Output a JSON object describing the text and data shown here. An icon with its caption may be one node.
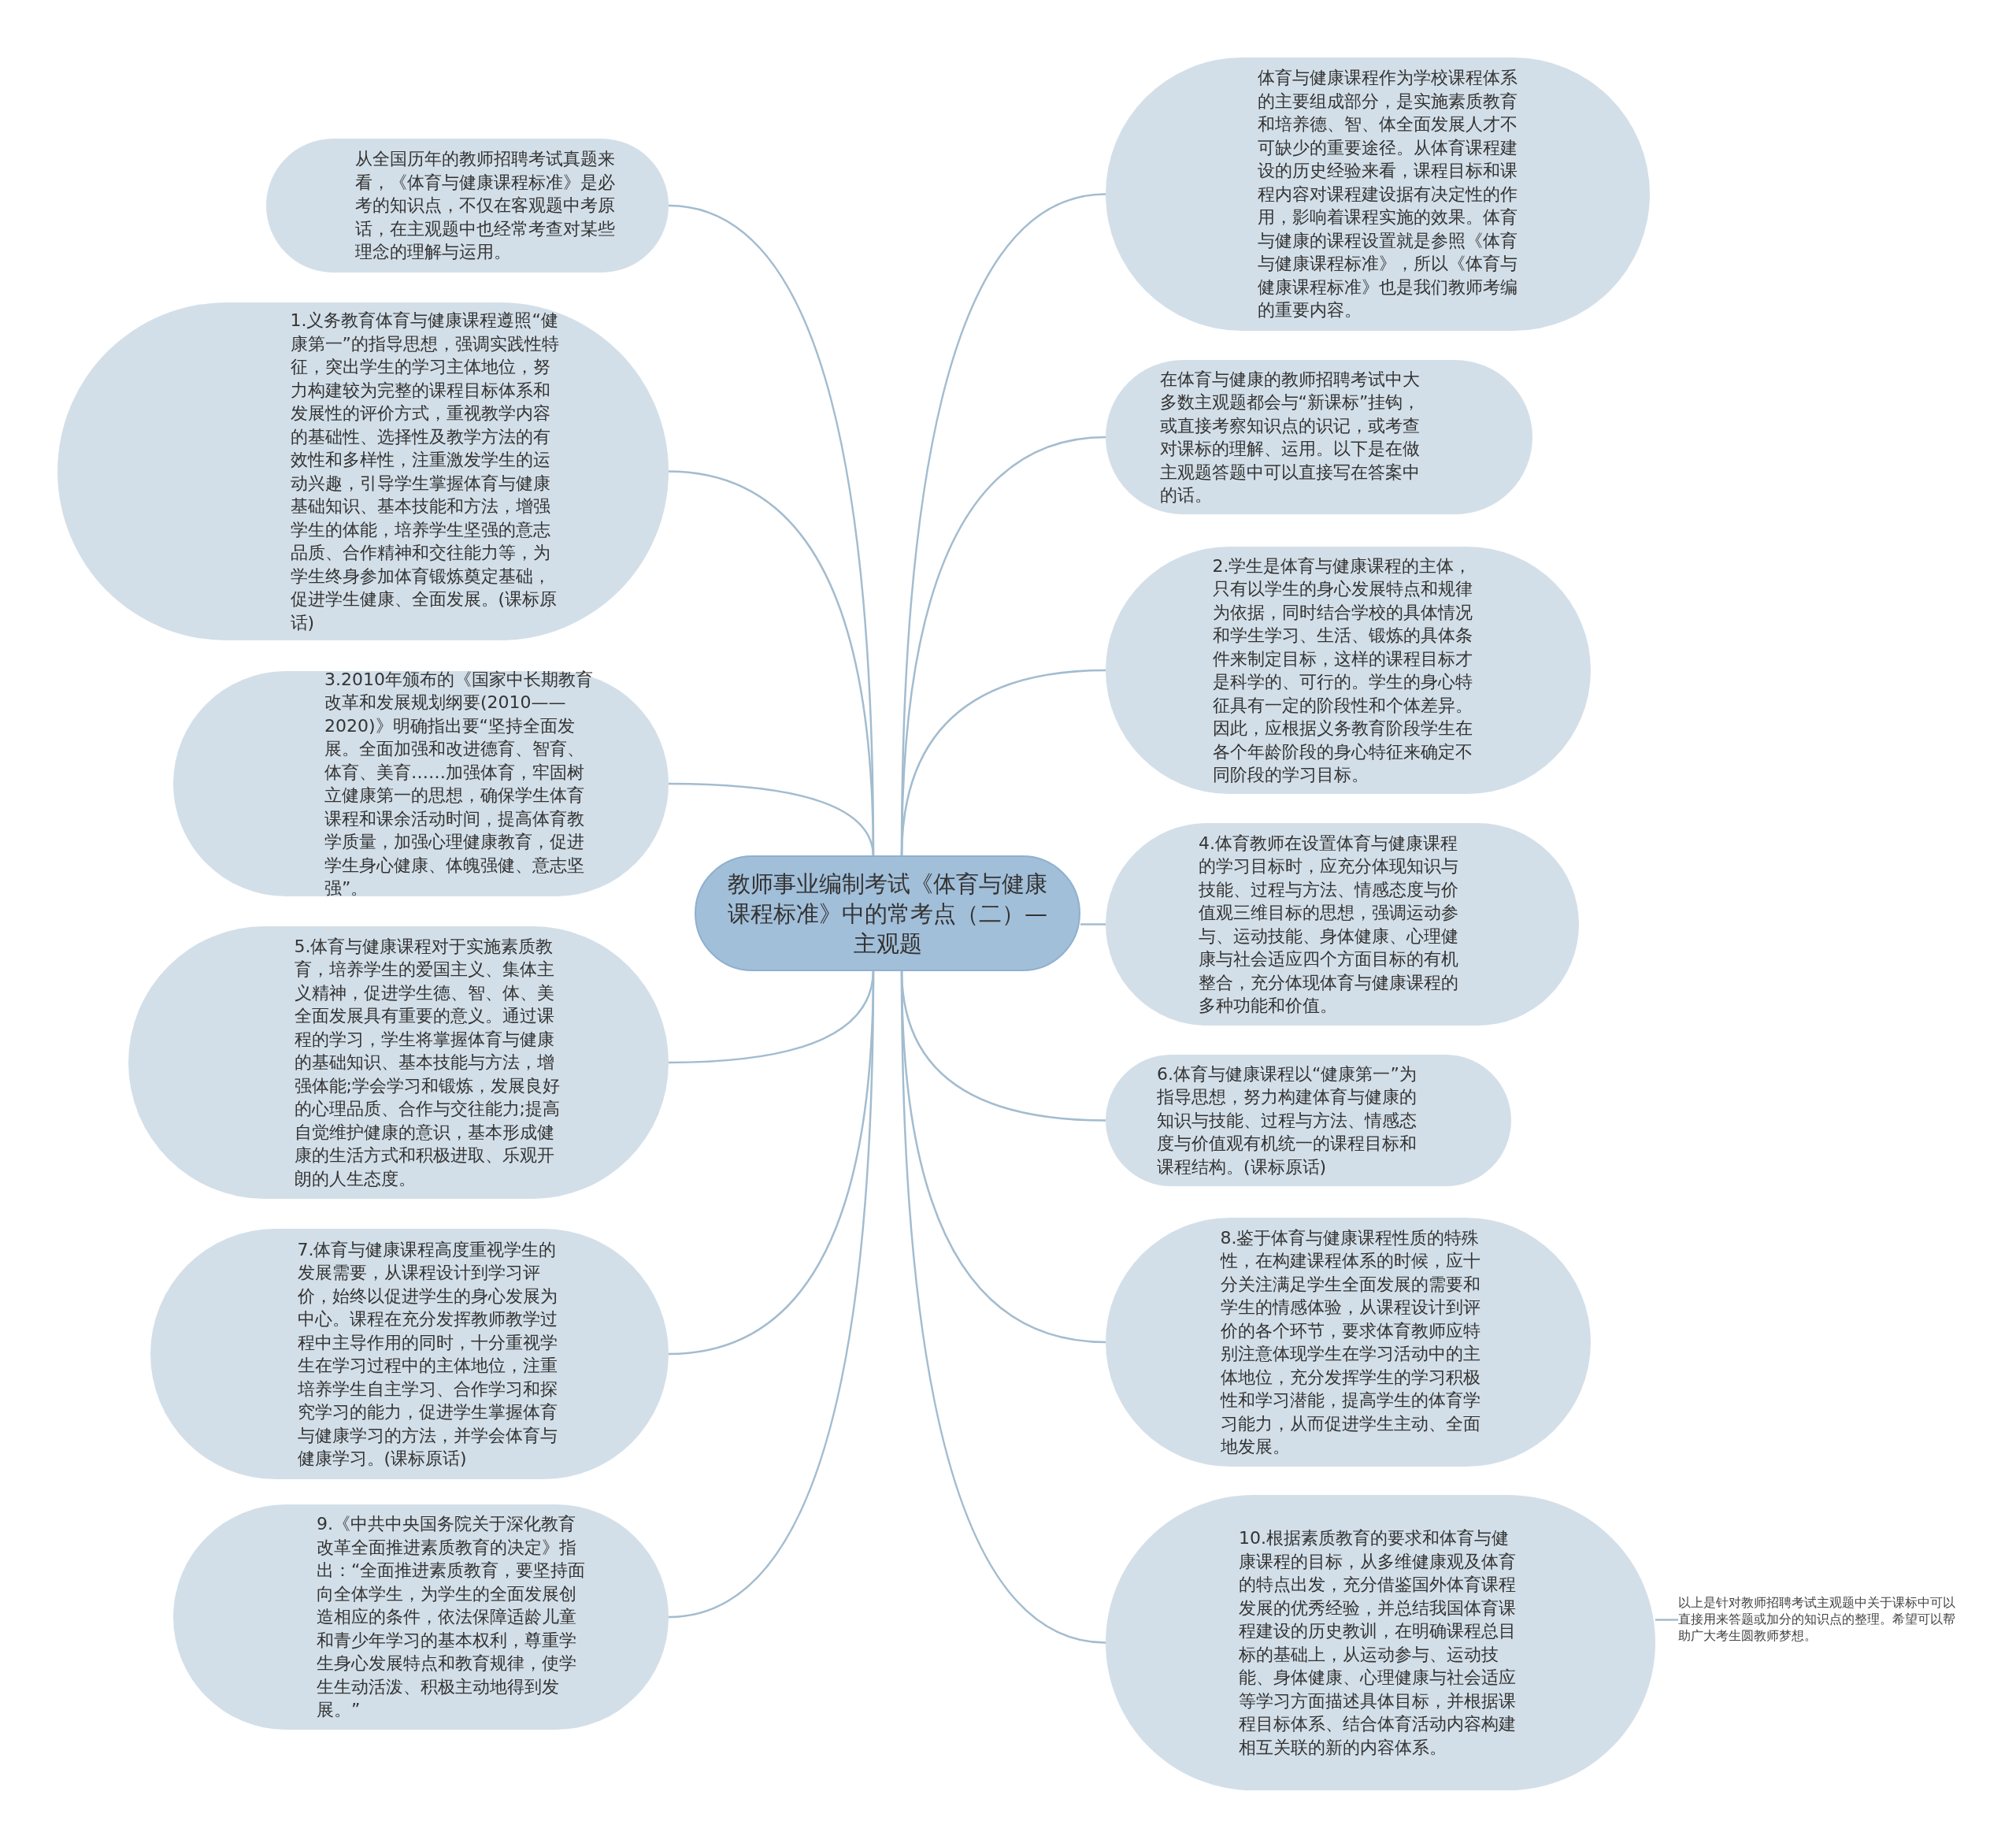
{
  "diagram": {
    "nodes": [
      {
        "text": [
          "教师事业编制考试《体育与健康课程标准》中的常考点（二）—主观题"
        ]
      },
      {
        "text": [
          "从全国历年的教师招聘考试真题来看，《体育与健康课程标准》是必考的知识点，不仅在客观题中考原话，在主观题中也经常考查对某些理念的理解与运用。"
        ]
      },
      {
        "text": [
          "1.义务教育体育与健康课程遵照“健康第一”的指导思想，强调实践性特征，突出学生的学习主体地位，努力构建较为完整的课程目标体系和发展性的评价方式，重视教学内容的基础性、选择性及教学方法的有效性和多样性，注重激发学生的运动兴趣，引导学生掌握体育与健康基础知识、基本技能和方法，增强学生的体能，培养学生坚强的意志品质、合作精神和交往能力等，为学生终身参加体育锻炼奠定基础，促进学生健康、全面发展。(课标原话)"
        ]
      },
      {
        "text": [
          "3.2010年颁布的《国家中长期教育改革和发展规划纲要(2010——2020)》明确指出要“坚持全面发展。全面加强和改进德育、智育、体育、美育……加强体育，牢固树立健康第一的思想，确保学生体育课程和课余活动时间，提高体育教学质量，加强心理健康教育，促进学生身心健康、体魄强健、意志坚强”。"
        ]
      },
      {
        "text": [
          "5.体育与健康课程对于实施素质教育，培养学生的爱国主义、集体主义精神，促进学生德、智、体、美全面发展具有重要的意义。通过课程的学习，学生将掌握体育与健康的基础知识、基本技能与方法，增强体能;学会学习和锻炼，发展良好的心理品质、合作与交往能力;提高自觉维护健康的意识，基本形成健康的生活方式和积极进取、乐观开朗的人生态度。"
        ]
      },
      {
        "text": [
          "7.体育与健康课程高度重视学生的发展需要，从课程设计到学习评价，始终以促进学生的身心发展为中心。课程在充分发挥教师教学过程中主导作用的同时，十分重视学生在学习过程中的主体地位，注重培养学生自主学习、合作学习和探究学习的能力，促进学生掌握体育与健康学习的方法，并学会体育与健康学习。(课标原话)"
        ]
      },
      {
        "text": [
          "9.《中共中央国务院关于深化教育改革全面推进素质教育的决定》指出：“全面推进素质教育，要坚持面向全体学生，为学生的全面发展创造相应的条件，依法保障适龄儿童和青少年学习的基本权利，尊重学生身心发展特点和教育规律，使学生生动活泼、积极主动地得到发展。”"
        ]
      },
      {
        "text": [
          "体育与健康课程作为学校课程体系的主要组成部分，是实施素质教育和培养德、智、体全面发展人才不可缺少的重要途径。从体育课程建设的历史经验来看，课程目标和课程内容对课程建设据有决定性的作用，影响着课程实施的效果。体育与健康的课程设置就是参照《体育与健康课程标准》，所以《体育与健康课程标准》也是我们教师考编的重要内容。"
        ]
      },
      {
        "text": [
          "在体育与健康的教师招聘考试中大多数主观题都会与“新课标”挂钩，或直接考察知识点的识记，或考查对课标的理解、运用。以下是在做主观题答题中可以直接写在答案中的话。"
        ]
      },
      {
        "text": [
          "2.学生是体育与健康课程的主体，只有以学生的身心发展特点和规律为依据，同时结合学校的具体情况和学生学习、生活、锻炼的具体条件来制定目标，这样的课程目标才是科学的、可行的。学生的身心特征具有一定的阶段性和个体差异。因此，应根据义务教育阶段学生在各个年龄阶段的身心特征来确定不同阶段的学习目标。"
        ]
      },
      {
        "text": [
          "4.体育教师在设置体育与健康课程的学习目标时，应充分体现知识与技能、过程与方法、情感态度与价值观三维目标的思想，强调运动参与、运动技能、身体健康、心理健康与社会适应四个方面目标的有机整合，充分体现体育与健康课程的多种功能和价值。"
        ]
      },
      {
        "text": [
          "6.体育与健康课程以“健康第一”为指导思想，努力构建体育与健康的知识与技能、过程与方法、情感态度与价值观有机统一的课程目标和课程结构。(课标原话)"
        ]
      },
      {
        "text": [
          "8.鉴于体育与健康课程性质的特殊性，在构建课程体系的时候，应十分关注满足学生全面发展的需要和学生的情感体验，从课程设计到评价的各个环节，要求体育教师应特别注意体现学生在学习活动中的主体地位，充分发挥学生的学习积极性和学习潜能，提高学生的体育学习能力，从而促进学生主动、全面地发展。"
        ]
      },
      {
        "text": [
          "10.根据素质教育的要求和体育与健康课程的目标，从多维健康观及体育的特点出发，充分借鉴国外体育课程发展的优秀经验，并总结我国体育课程建设的历史教训，在明确课程总目标的基础上，从运动参与、运动技能、身体健康、心理健康与社会适应等学习方面描述具体目标，并根据课程目标体系、结合体育活动内容构建相互关联的新的内容体系。"
        ]
      },
      {
        "text": [
          "以上是针对教师招聘考试主观题中关于课标中可以直接用来答题或加分的知识点的整理。希望可以帮助广大考生圆教师梦想。"
        ]
      }
    ],
    "edges": [
      {
        "from": 0,
        "to": 1,
        "arrow": "none"
      },
      {
        "from": 0,
        "to": 2,
        "arrow": "none"
      },
      {
        "from": 0,
        "to": 3,
        "arrow": "none"
      },
      {
        "from": 0,
        "to": 4,
        "arrow": "none"
      },
      {
        "from": 0,
        "to": 5,
        "arrow": "none"
      },
      {
        "from": 0,
        "to": 6,
        "arrow": "none"
      },
      {
        "from": 0,
        "to": 7,
        "arrow": "none"
      },
      {
        "from": 0,
        "to": 8,
        "arrow": "none"
      },
      {
        "from": 0,
        "to": 9,
        "arrow": "none"
      },
      {
        "from": 0,
        "to": 10,
        "arrow": "none"
      },
      {
        "from": 0,
        "to": 11,
        "arrow": "none"
      },
      {
        "from": 0,
        "to": 12,
        "arrow": "none"
      },
      {
        "from": 0,
        "to": 13,
        "arrow": "none"
      },
      {
        "from": 13,
        "to": 14,
        "arrow": "none"
      }
    ]
  }
}
